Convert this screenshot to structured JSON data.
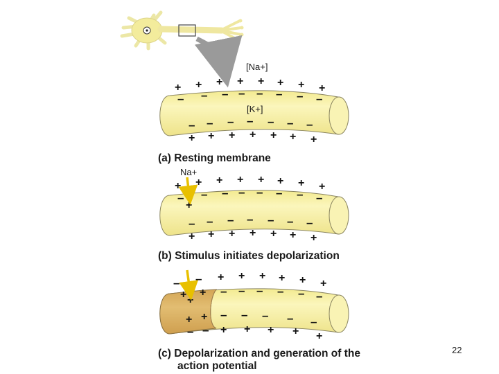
{
  "labels": {
    "na_conc": "[Na+]",
    "k_conc": "[K+]",
    "na_ion": "Na+"
  },
  "panels": {
    "a": {
      "caption": "(a) Resting membrane"
    },
    "b": {
      "caption": "(b) Stimulus initiates depolarization"
    },
    "c": {
      "caption_line1": "(c) Depolarization and generation of the",
      "caption_line2": "action potential"
    }
  },
  "page_number": "22",
  "colors": {
    "membrane_fill": "#f7ef9e",
    "membrane_stroke": "#8a8560",
    "depolarized_fill": "#d9b060",
    "arrow": "#e8c000",
    "callout_arrow": "#9a9a9a"
  }
}
